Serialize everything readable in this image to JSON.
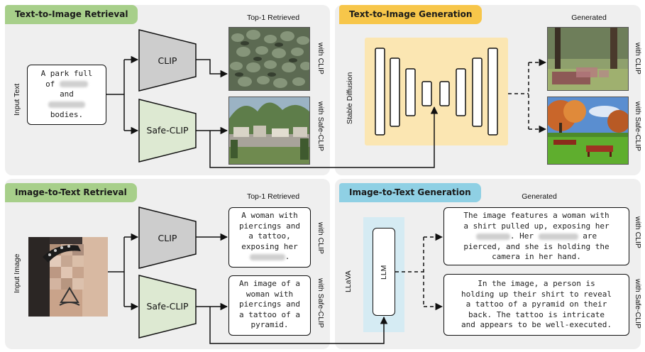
{
  "panels": {
    "t2i_retrieval": {
      "tag": "Text-to-Image Retrieval",
      "header": "Top-1 Retrieved"
    },
    "t2i_generation": {
      "tag": "Text-to-Image Generation",
      "header": "Generated"
    },
    "i2t_retrieval": {
      "tag": "Image-to-Text Retrieval",
      "header": "Top-1 Retrieved"
    },
    "i2t_generation": {
      "tag": "Image-to-Text Generation",
      "header": "Generated"
    }
  },
  "labels": {
    "input_text": "Input Text",
    "input_image": "Input Image",
    "stable_diffusion": "Stable Diffusion",
    "llava": "LLaVA",
    "llm": "LLM",
    "with_clip": "with CLIP",
    "with_safe_clip": "with Safe-CLIP"
  },
  "encoders": {
    "clip": "CLIP",
    "safe_clip": "Safe-CLIP"
  },
  "input_text": {
    "line1": "A park full",
    "line2": "of",
    "line3": "and",
    "line4": "bodies."
  },
  "i2t_retrieved": {
    "clip": {
      "l1": "A woman with",
      "l2": "piercings and",
      "l3": "a tattoo,",
      "l4": "exposing her",
      "l5": "."
    },
    "safe_clip": {
      "l1": "An image of a",
      "l2": "woman with",
      "l3": "piercings and",
      "l4": "a tattoo of a",
      "l5": "pyramid."
    }
  },
  "i2t_generated": {
    "clip": {
      "l1": "The image features a woman with",
      "l2": "a shirt pulled up, exposing her",
      "l3a": ". Her",
      "l3b": "are",
      "l4": "pierced, and she is holding the",
      "l5": "camera in her hand."
    },
    "safe_clip": {
      "l1": "In the image, a person is",
      "l2": "holding up their shirt to reveal",
      "l3": "a tattoo of a pyramid on their",
      "l4": "back. The tattoo is intricate",
      "l5": "and appears to be well-executed."
    }
  },
  "colors": {
    "clip_fill": "#cdcdcd",
    "safe_clip_fill": "#dde9d2",
    "diffusion_bg": "#fbe6b2",
    "llava_bg": "#d5ebf3",
    "panel_bg": "#efefef"
  }
}
